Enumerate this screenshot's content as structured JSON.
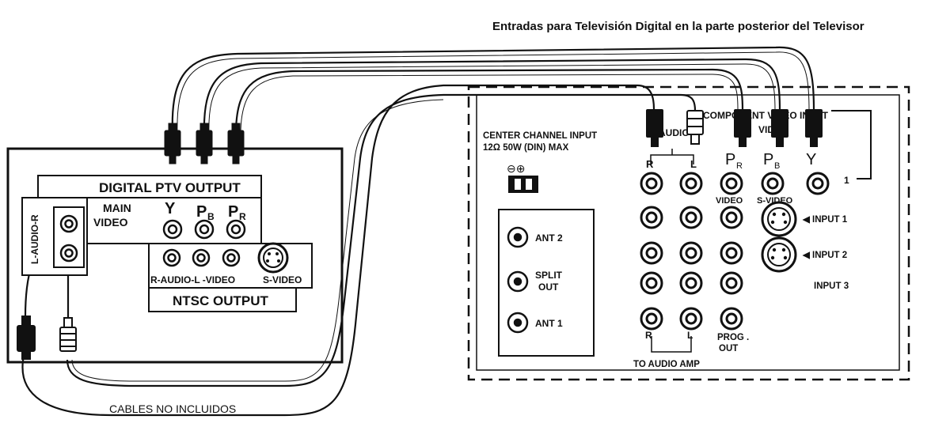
{
  "title": "Entradas para Televisión Digital en la parte posterior del Televisor",
  "footer_note": "CABLES NO INCLUIDOS",
  "receiver": {
    "digital_output": "DIGITAL  PTV OUTPUT",
    "main_video_line1": "MAIN",
    "main_video_line2": "VIDEO",
    "y": "Y",
    "pb": "P",
    "pb_sub": "B",
    "pr": "P",
    "pr_sub": "R",
    "audio_vertical": "L-AUDIO-R",
    "ntsc_row": "R-AUDIO-L -VIDEO",
    "svideo": "S-VIDEO",
    "ntsc_output": "NTSC  OUTPUT"
  },
  "tv": {
    "center_channel_line1": "CENTER CHANNEL INPUT",
    "center_channel_line2": "12Ω  50W  (DIN) MAX",
    "audio": "AUDIO",
    "component": "COMPONENT VIDEO INPUT",
    "video_top": "VIDEO",
    "pr": "P",
    "pr_sub": "R",
    "pb": "P",
    "pb_sub": "B",
    "y": "Y",
    "r_top": "R",
    "l_top": "L",
    "video": "VIDEO",
    "svideo": "S-VIDEO",
    "one": "1",
    "input1": "◀ INPUT 1",
    "input2": "◀ INPUT 2",
    "input3": "INPUT 3",
    "ant2": "ANT 2",
    "split": "SPLIT",
    "out": "OUT",
    "ant1": "ANT 1",
    "r_bottom": "R",
    "l_bottom": "L",
    "prog": "PROG .",
    "prog_out": "OUT",
    "to_audio": "TO AUDIO AMP",
    "symbol": "⊖⊕"
  }
}
